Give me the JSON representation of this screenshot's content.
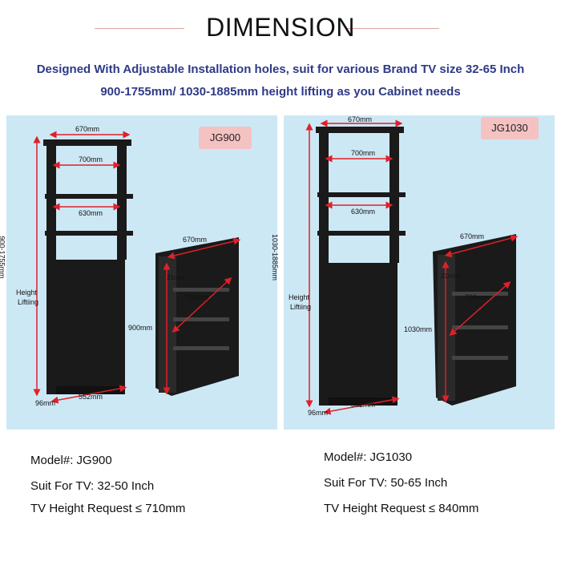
{
  "header": {
    "title": "DIMENSION",
    "line1": "Designed With Adjustable Installation holes, suit for various Brand TV size 32-65 Inch",
    "line2": "900-1755mm/ 1030-1885mm height lifting as you Cabinet needs"
  },
  "colors": {
    "panel_bg": "#cde8f5",
    "badge_bg": "#f5c2c2",
    "dimension_red": "#e0202a",
    "subtitle_blue": "#2e3a86",
    "frame": "#1a1a1a"
  },
  "left": {
    "badge": "JG900",
    "dims": {
      "top_width": "670mm",
      "inner_width": "700mm",
      "bracket_width": "630mm",
      "height_range": "900-1755mm",
      "height_lifting_1": "Height",
      "height_lifting_2": "Liftiing",
      "depth": "96mm",
      "base_width": "552mm",
      "box_top": "670mm",
      "box_side": "21mm",
      "box_diag": "700mm",
      "box_height": "900mm"
    },
    "model_label": "Model#: JG900",
    "suit_label": "Suit For TV: 32-50 Inch",
    "height_req": "TV Height Request ≤ 710mm"
  },
  "right": {
    "badge": "JG1030",
    "dims": {
      "top_width": "670mm",
      "inner_width": "700mm",
      "bracket_width": "630mm",
      "height_range": "1030-1885mm",
      "height_lifting_1": "Height",
      "height_lifting_2": "Liftiing",
      "depth": "96mm",
      "base_width": "552mm",
      "box_top": "670mm",
      "box_side": "21mm",
      "box_diag": "700mm",
      "box_height": "1030mm"
    },
    "model_label": "Model#: JG1030",
    "suit_label": "Suit For TV: 50-65 Inch",
    "height_req": "TV Height Request ≤ 840mm"
  }
}
